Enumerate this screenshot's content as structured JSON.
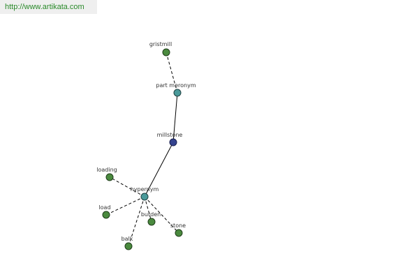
{
  "header": {
    "url": "http://www.artikata.com"
  },
  "colors": {
    "word_node": "#4a8a3e",
    "relation_node": "#4a9a9a",
    "root_node": "#34438f",
    "edge": "#000000",
    "link_text": "#2a8a2a"
  },
  "graph": {
    "root": {
      "id": "millstone",
      "label": "millstone"
    },
    "relations": [
      {
        "id": "part-meronym",
        "label": "part meronym",
        "words": [
          {
            "id": "gristmill",
            "label": "gristmill"
          }
        ]
      },
      {
        "id": "hypernym",
        "label": "hypernym",
        "words": [
          {
            "id": "loading",
            "label": "loading"
          },
          {
            "id": "load",
            "label": "load"
          },
          {
            "id": "burden",
            "label": "burden"
          },
          {
            "id": "stone",
            "label": "stone"
          },
          {
            "id": "balk",
            "label": "balk"
          }
        ]
      }
    ]
  }
}
